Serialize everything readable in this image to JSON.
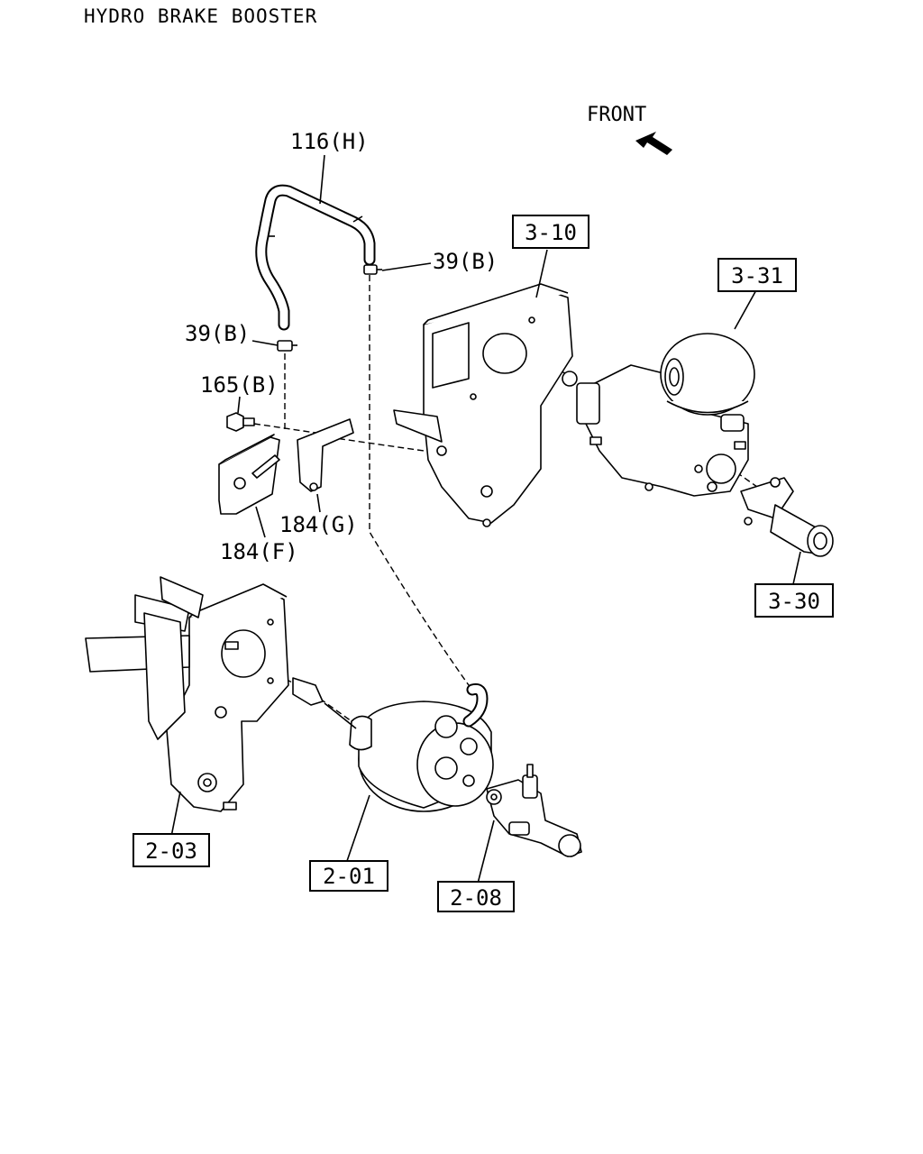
{
  "title": "HYDRO BRAKE BOOSTER",
  "orientation": {
    "label": "FRONT"
  },
  "callouts": {
    "hose": "116(H)",
    "clip_upper": "39(B)",
    "clip_lower": "39(B)",
    "bolt": "165(B)",
    "bracket_g": "184(G)",
    "bracket_f": "184(F)",
    "ref_3_10": "3-10",
    "ref_3_31": "3-31",
    "ref_3_30": "3-30",
    "ref_2_03": "2-03",
    "ref_2_01": "2-01",
    "ref_2_08": "2-08"
  }
}
